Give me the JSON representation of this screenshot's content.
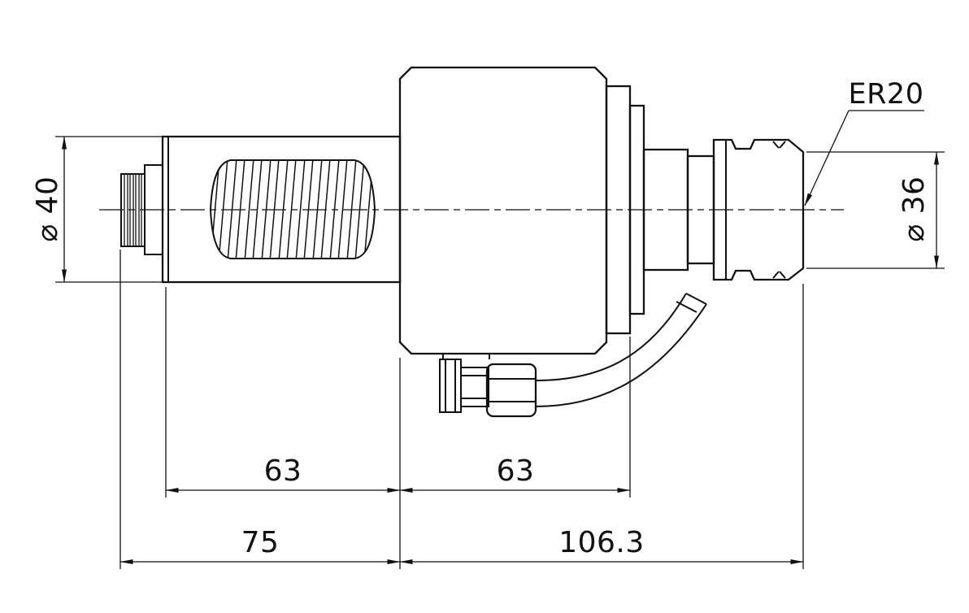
{
  "drawing": {
    "labels": {
      "collet_label": "ER20",
      "dia_left": "⌀ 40",
      "dia_right": "⌀ 36",
      "dim_left_63": "63",
      "dim_right_63": "63",
      "dim_75": "75",
      "dim_106_3": "106.3"
    },
    "colors": {
      "line": "#111111",
      "background": "#ffffff"
    },
    "dimensions_mm": {
      "left_diameter": 40,
      "right_diameter": 36,
      "left_segment": 63,
      "body_segment": 63,
      "left_total": 75,
      "right_total": 106.3,
      "collet_system": "ER20"
    }
  }
}
